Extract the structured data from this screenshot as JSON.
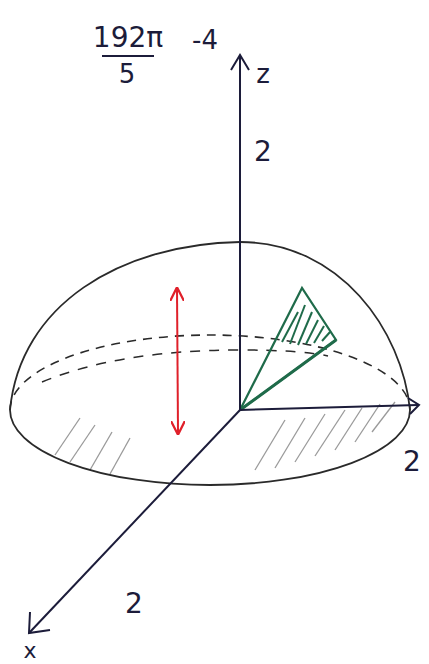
{
  "diagram": {
    "labels": [
      "192π",
      "5",
      "-4",
      "z",
      "2",
      "2",
      "2",
      "x"
    ]
  }
}
